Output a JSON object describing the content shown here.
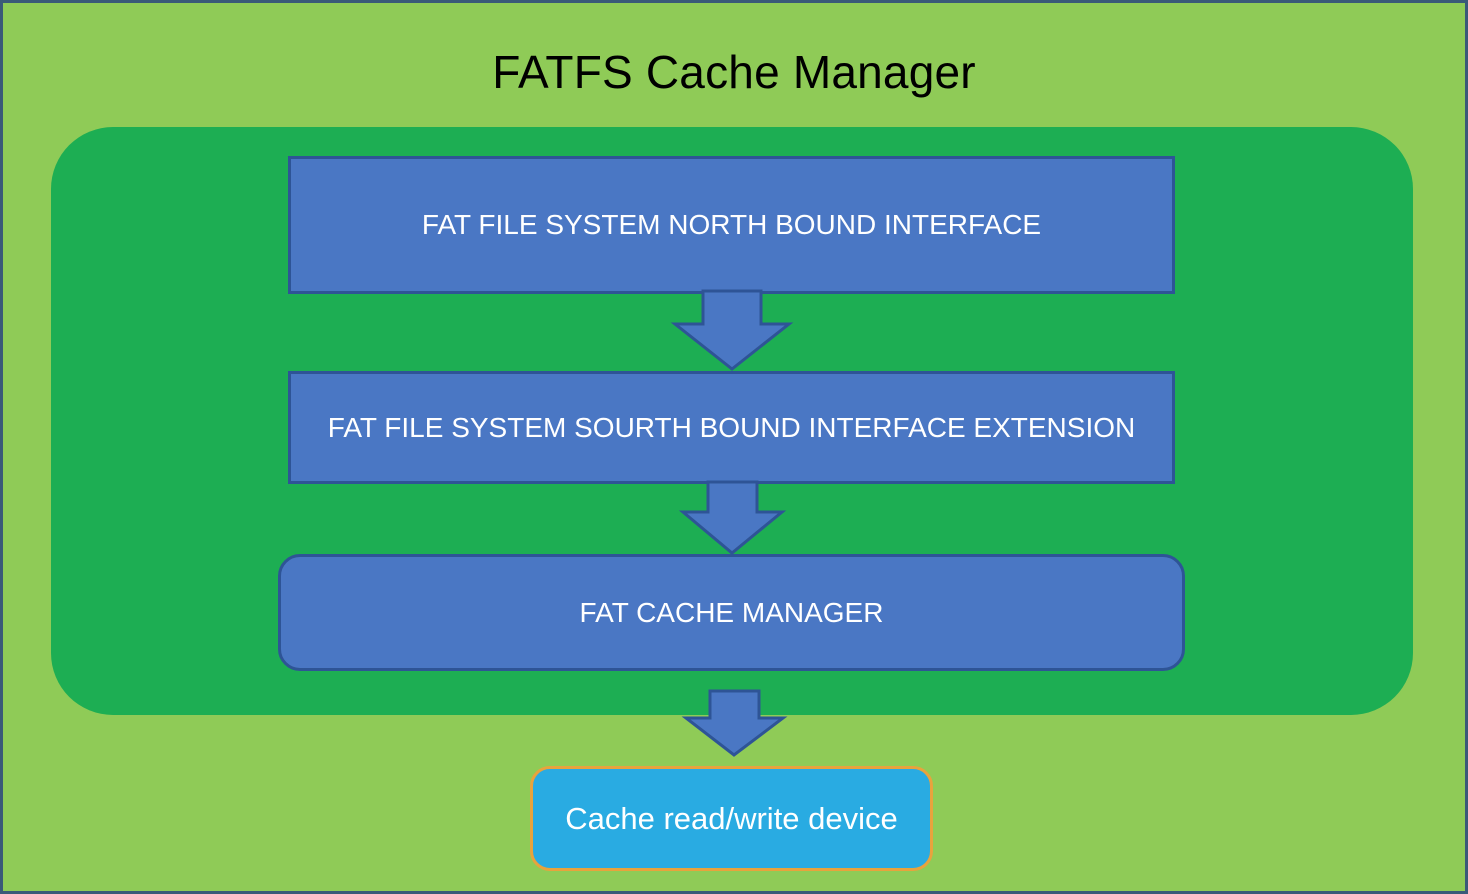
{
  "diagram": {
    "title": "FATFS Cache Manager",
    "colors": {
      "background": "#8FCB57",
      "outer_border": "#3A5A78",
      "panel": "#1DAE53",
      "process_fill": "#4A77C4",
      "process_border": "#2E5496",
      "device_fill": "#29ABE2",
      "device_border": "#E8A33D",
      "process_text": "#FFFFFF",
      "title_text": "#000000"
    },
    "layers": [
      {
        "id": "north-bound-interface",
        "label": "FAT FILE SYSTEM NORTH BOUND INTERFACE",
        "shape": "rectangle"
      },
      {
        "id": "south-bound-interface-extension",
        "label": "FAT FILE SYSTEM SOURTH BOUND INTERFACE EXTENSION",
        "shape": "rectangle"
      },
      {
        "id": "fat-cache-manager",
        "label": "FAT CACHE MANAGER",
        "shape": "rounded-rectangle"
      }
    ],
    "device": {
      "id": "cache-read-write-device",
      "label": "Cache read/write device",
      "shape": "rounded-rectangle"
    },
    "connectors": [
      {
        "id": "arrow-north-to-south",
        "direction": "down"
      },
      {
        "id": "arrow-south-to-cache-manager",
        "direction": "down"
      },
      {
        "id": "arrow-cache-manager-to-device",
        "direction": "down"
      }
    ]
  }
}
